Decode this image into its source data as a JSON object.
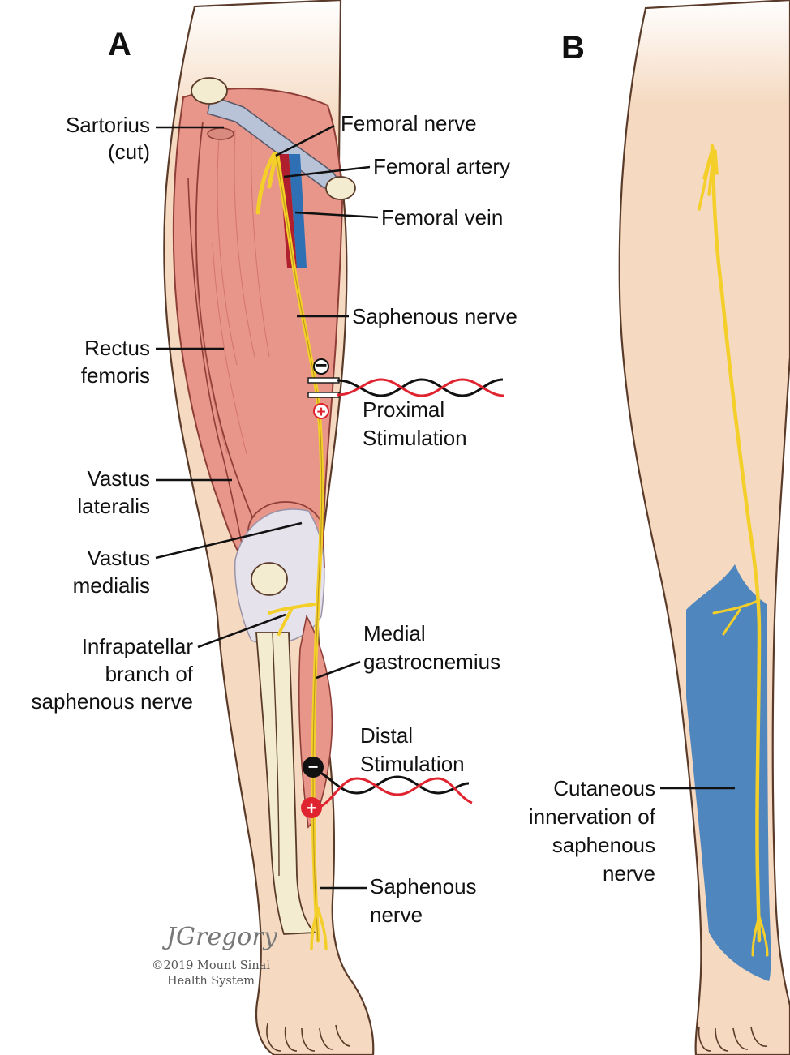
{
  "panels": {
    "a": "A",
    "b": "B"
  },
  "labels": {
    "sartorius": [
      "Sartorius",
      "(cut)"
    ],
    "femoral_nerve": "Femoral nerve",
    "femoral_artery": "Femoral artery",
    "femoral_vein": "Femoral vein",
    "saphenous_nerve_top": "Saphenous nerve",
    "rectus_femoris": [
      "Rectus",
      "femoris"
    ],
    "proximal_stimulation": [
      "Proximal",
      "Stimulation"
    ],
    "vastus_lateralis": [
      "Vastus",
      "lateralis"
    ],
    "vastus_medialis": [
      "Vastus",
      "medialis"
    ],
    "infrapatellar": [
      "Infrapatellar",
      "branch of",
      "saphenous nerve"
    ],
    "medial_gastrocnemius": [
      "Medial",
      "gastrocnemius"
    ],
    "distal_stimulation": [
      "Distal",
      "Stimulation"
    ],
    "saphenous_nerve_bottom": [
      "Saphenous",
      "nerve"
    ],
    "cutaneous": [
      "Cutaneous",
      "innervation of",
      "saphenous",
      "nerve"
    ]
  },
  "electrodes": {
    "cathode": "−",
    "anode": "+"
  },
  "signature": {
    "name": "JGregory",
    "copyright": [
      "©2019 Mount Sinai",
      "Health System"
    ]
  },
  "colors": {
    "skin": "#f5d9c0",
    "muscle": "#e8958a",
    "muscle_dark": "#c96a60",
    "nerve": "#f4cf2a",
    "artery": "#b01f2e",
    "vein": "#2f6fb3",
    "bone": "#f3ecd0",
    "tendon": "#e6e2ec",
    "innervation": "#4f86bd",
    "lead_red": "#e0242f",
    "lead_black": "#111111"
  }
}
